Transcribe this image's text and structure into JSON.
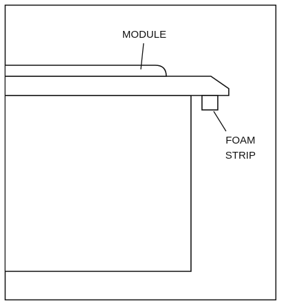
{
  "labels": {
    "module": "MODULE",
    "foam_strip_line1": "FOAM",
    "foam_strip_line2": "STRIP"
  }
}
